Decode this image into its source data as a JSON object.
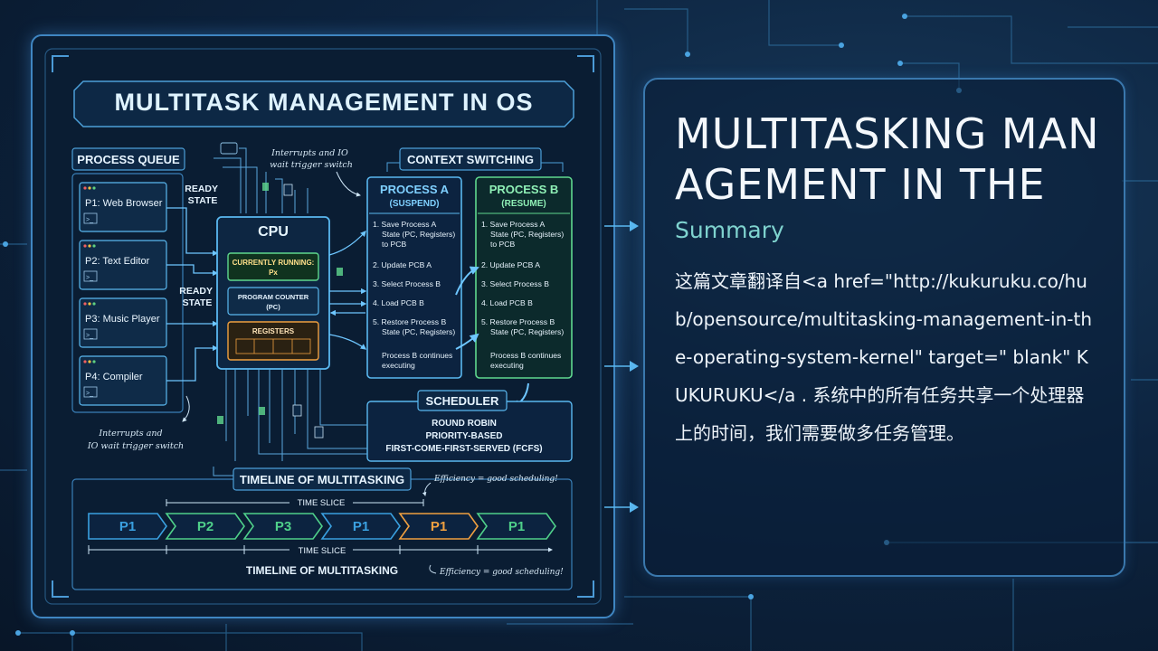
{
  "infographic": {
    "title": "MULTITASK MANAGEMENT IN OS",
    "process_queue": {
      "heading": "PROCESS QUEUE",
      "items": [
        "P1: Web Browser",
        "P2: Text Editor",
        "P3: Music Player",
        "P4: Compiler"
      ],
      "terminal_glyph": ">_"
    },
    "ready_state": [
      "READY",
      "STATE"
    ],
    "interrupt_note_top": [
      "Interrupts and IO",
      "wait trigger switch"
    ],
    "interrupt_note_bottom": [
      "Interrupts and",
      "IO wait trigger switch"
    ],
    "cpu": {
      "heading": "CPU",
      "running_label": "CURRENTLY RUNNING:",
      "running_value": "Px",
      "pc_line1": "PROGRAM COUNTER",
      "pc_line2": "(PC)",
      "registers": "REGISTERS"
    },
    "context_switching": {
      "heading": "CONTEXT SWITCHING",
      "process_a": {
        "title": "PROCESS A",
        "subtitle": "(SUSPEND)",
        "steps": [
          [
            "1. Save Process A",
            "State (PC, Registers)",
            "to PCB"
          ],
          [
            "2. Update PCB A"
          ],
          [
            "3. Select Process B"
          ],
          [
            "4. Load PCB B"
          ],
          [
            "5. Restore Process B",
            "State (PC, Registers)"
          ],
          [
            "Process B continues",
            "executing"
          ]
        ]
      },
      "process_b": {
        "title": "PROCESS B",
        "subtitle": "(RESUME)",
        "steps": [
          [
            "1. Save Process A",
            "State (PC, Registers)",
            "to PCB"
          ],
          [
            "2. Update PCB A"
          ],
          [
            "3. Select Process B"
          ],
          [
            "4. Load PCB B"
          ],
          [
            "5. Restore Process B",
            "State (PC, Registers)"
          ],
          [
            "Process B continues",
            "executing"
          ]
        ]
      }
    },
    "scheduler": {
      "heading": "SCHEDULER",
      "lines": [
        "ROUND ROBIN",
        "PRIORITY-BASED",
        "FIRST-COME-FIRST-SERVED (FCFS)"
      ]
    },
    "timeline": {
      "heading": "TIMELINE OF MULTITASKING",
      "efficiency_note": "Efficiency = good scheduling!",
      "time_slice": "TIME SLICE",
      "footer": "TIMELINE OF MULTITASKING",
      "slices": [
        "P1",
        "P2",
        "P3",
        "P1",
        "P1",
        "P1"
      ],
      "slice_colors": [
        "#3aa0e0",
        "#4fd08a",
        "#4fd08a",
        "#3aa0e0",
        "#f0a040",
        "#4fd08a"
      ]
    },
    "colors": {
      "accent_blue": "#5ab8f0",
      "accent_green": "#5fd88e",
      "accent_orange": "#f0a040",
      "panel_dark": "#0a1d33"
    }
  },
  "summary": {
    "title": "MULTITASKING MANAGEMENT IN THE",
    "subtitle": "Summary",
    "body": "这篇文章翻译自<a href=\"http://kukuruku.co/hub/opensource/multitasking-management-in-the-operating-system-kernel\" target=\" blank\" KUKURUKU</a . 系统中的所有任务共享一个处理器上的时间，我们需要做多任务管理。"
  }
}
